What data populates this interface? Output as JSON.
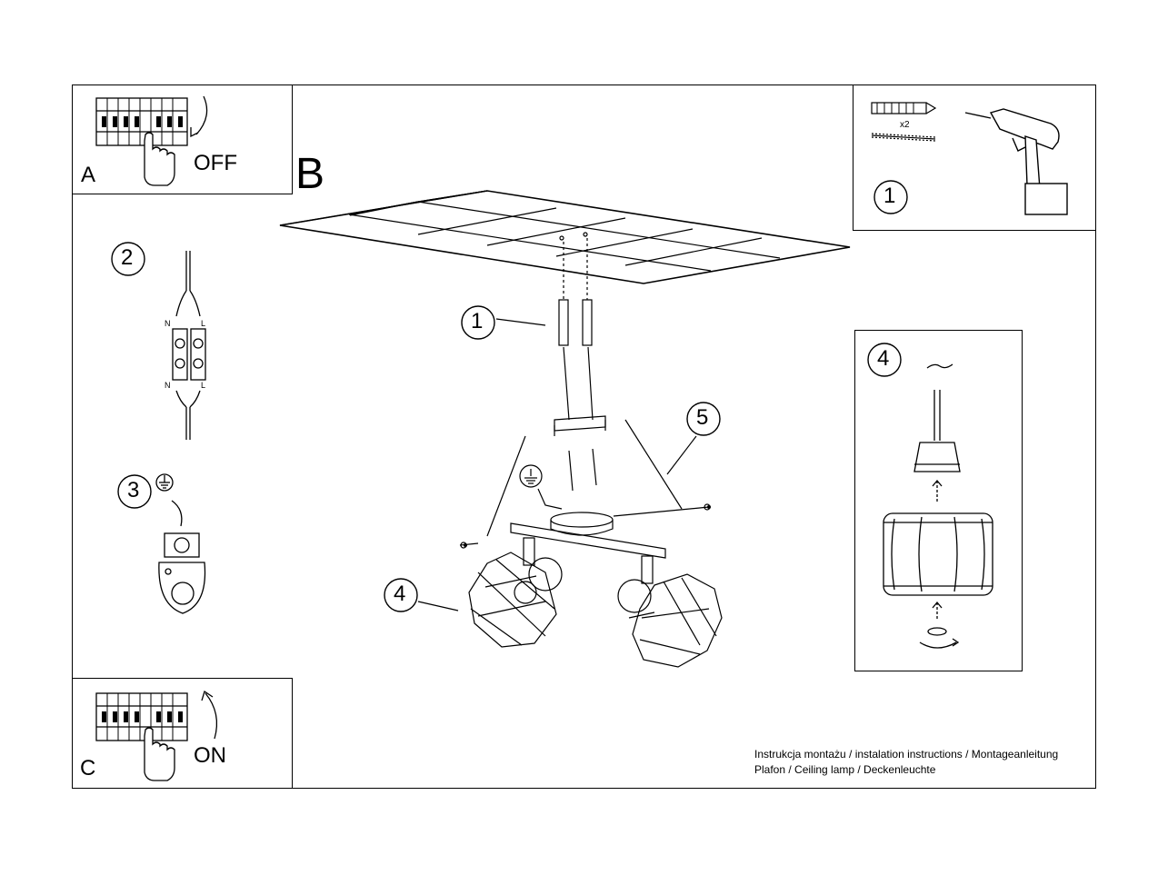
{
  "panels": {
    "a": {
      "letter": "A",
      "action": "OFF"
    },
    "b": {
      "letter": "B"
    },
    "c": {
      "letter": "C",
      "action": "ON"
    }
  },
  "steps": {
    "drill_panel": {
      "number": "1",
      "plug_count": "x2"
    },
    "step1": "1",
    "step2": {
      "number": "2",
      "top_n": "N",
      "top_l": "L",
      "bottom_n": "N",
      "bottom_l": "L"
    },
    "step3": "3",
    "step4": "4",
    "step4_panel": "4",
    "step5": "5"
  },
  "footer": {
    "line1": "Instrukcja montażu / instalation instructions / Montageanleitung",
    "line2": "Plafon / Ceiling lamp / Deckenleuchte"
  }
}
